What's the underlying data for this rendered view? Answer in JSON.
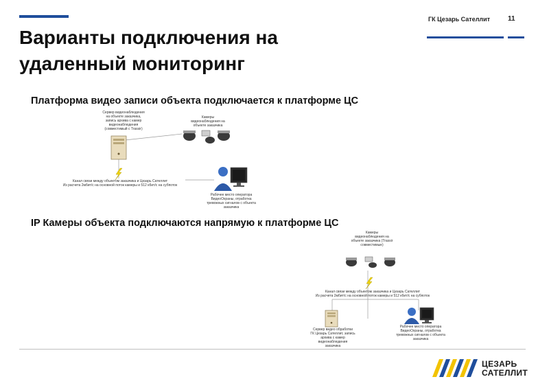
{
  "header": {
    "company": "ГК Цезарь Сателлит",
    "page_number": "11"
  },
  "slide": {
    "title_line1": "Варианты подключения на",
    "title_line2": "удаленный мониторинг",
    "section1_heading": "Платформа видео записи объекта подключается  к платформе ЦС",
    "section2_heading": "IP Камеры объекта подключаются напрямую к платформе ЦС"
  },
  "diagram1": {
    "server_label": [
      "Сервер видеонаблюдения",
      "на объекте заказчика,",
      "запись архива с камер",
      "видеонаблюдения",
      "(совместимый с Trassir)"
    ],
    "cameras_label": [
      "Камеры",
      "видеонаблюдения на",
      "объекте заказчика"
    ],
    "channel_label": [
      "Канал связи между объектом заказчика и Цезарь Сателлит",
      "Из расчета 2мбит/с на основной поток камеры и 512 кбит/с на субпоток"
    ],
    "operator_label": [
      "Рабочее место оператора",
      "ВидеоОхраны, отработка",
      "тревожных сигналов с объекта",
      "заказчика"
    ]
  },
  "diagram2": {
    "cameras_label": [
      "Камеры",
      "видеонаблюдения на",
      "объекте заказчика (Trassir",
      "совместимые)"
    ],
    "channel_label": [
      "Канал связи между объектом заказчика и Цезарь Сателлит",
      "Из расчета 2мбит/с на основной поток камеры и 512 кбит/с на субпоток"
    ],
    "server_label": [
      "Сервер видео обработки",
      "ГК Цезарь Сателлит, запись",
      "архива с камер",
      "видеонаблюдения",
      "заказчика"
    ],
    "operator_label": [
      "Рабочее место оператора",
      "ВидеоОхраны, отработка",
      "тревожных сигналов с объекта",
      "заказчика"
    ]
  },
  "logo": {
    "line1": "ЦЕЗАРЬ",
    "line2": "САТЕЛЛИТ"
  },
  "colors": {
    "accent_blue": "#1f4e9c",
    "logo_yellow": "#f2c300",
    "logo_blue": "#1f4e9c"
  }
}
